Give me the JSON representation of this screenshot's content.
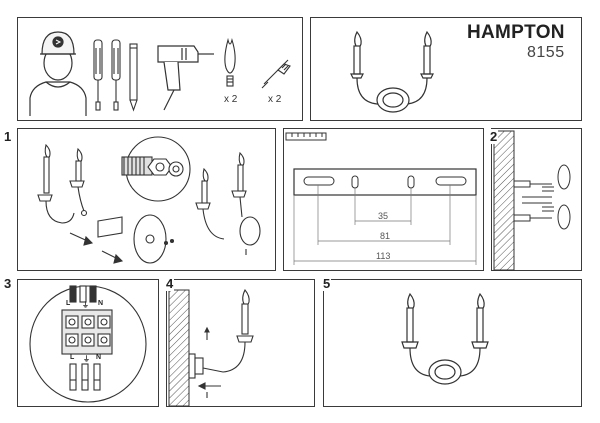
{
  "header": {
    "brand": "HAMPTON",
    "model": "8155"
  },
  "tools": {
    "bulb_qty": "x 2",
    "screw_qty": "x 2"
  },
  "steps": {
    "step1": "1",
    "step2": "2",
    "step3": "3",
    "step4": "4",
    "step5": "5"
  },
  "bracket": {
    "dims": [
      "35",
      "81",
      "113"
    ]
  },
  "wiring": {
    "top_labels": [
      "L",
      "⏚",
      "N"
    ],
    "bottom_labels": [
      "L",
      "⏚",
      "N"
    ]
  },
  "colors": {
    "line": "#3a3a3a",
    "hatch": "#555555",
    "socket_bg": "#e8e8e8"
  }
}
